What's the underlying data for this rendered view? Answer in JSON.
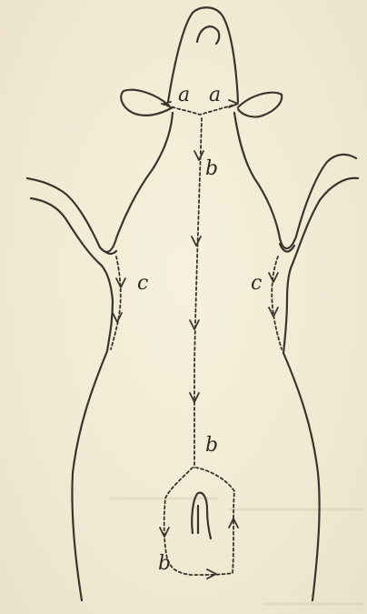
{
  "figure": {
    "labels": {
      "a_left": "a",
      "a_right": "a",
      "b_top": "b",
      "b_middle": "b",
      "b_bottom": "b",
      "c_left": "c",
      "c_right": "c"
    }
  },
  "colors": {
    "paper": "#f2ecd7",
    "ink": "#3a342c"
  }
}
